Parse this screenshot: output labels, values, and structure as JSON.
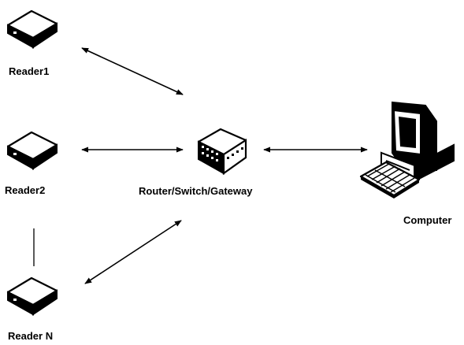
{
  "nodes": {
    "reader1": {
      "label": "Reader1"
    },
    "reader2": {
      "label": "Reader2"
    },
    "readern": {
      "label": "Reader N"
    },
    "router": {
      "label": "Router/Switch/Gateway"
    },
    "computer": {
      "label": "Computer"
    }
  },
  "colors": {
    "line": "#000000",
    "device_fill": "#ffffff",
    "device_dark": "#000000"
  },
  "icons": {
    "reader": "rfid-reader-icon",
    "router": "network-switch-icon",
    "computer": "desktop-computer-icon"
  }
}
